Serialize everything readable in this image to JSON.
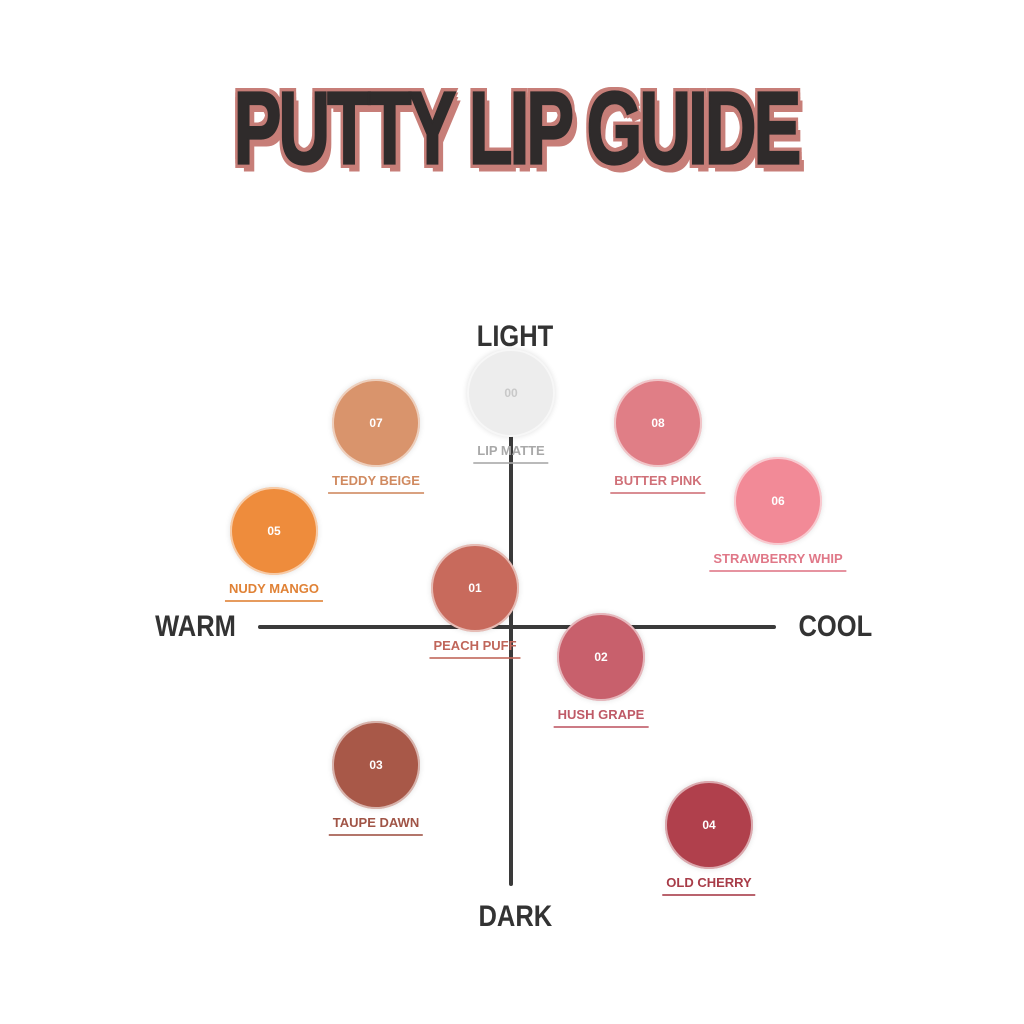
{
  "title": "PUTTY LIP GUIDE",
  "axes": {
    "top": "LIGHT",
    "bottom": "DARK",
    "left": "WARM",
    "right": "COOL"
  },
  "shades": [
    {
      "number": "00",
      "name": "LIP MATTE",
      "color": "#ededed",
      "text_color": "#a9a9a9",
      "warm_cool": 0.0,
      "light_dark": 0.78
    },
    {
      "number": "07",
      "name": "TEDDY BEIGE",
      "color": "#d9946c",
      "text_color": "#d08a60",
      "warm_cool": -0.45,
      "light_dark": 0.68
    },
    {
      "number": "08",
      "name": "BUTTER PINK",
      "color": "#e07e86",
      "text_color": "#d07078",
      "warm_cool": 0.49,
      "light_dark": 0.68
    },
    {
      "number": "06",
      "name": "STRAWBERRY WHIP",
      "color": "#f28a97",
      "text_color": "#e07888",
      "warm_cool": 0.89,
      "light_dark": 0.42
    },
    {
      "number": "05",
      "name": "NUDY MANGO",
      "color": "#ee8c3c",
      "text_color": "#e08236",
      "warm_cool": -0.79,
      "light_dark": 0.32
    },
    {
      "number": "01",
      "name": "PEACH PUFF",
      "color": "#c86a5c",
      "text_color": "#c0665a",
      "warm_cool": -0.12,
      "light_dark": 0.13
    },
    {
      "number": "02",
      "name": "HUSH GRAPE",
      "color": "#c8606c",
      "text_color": "#bf5a67",
      "warm_cool": 0.3,
      "light_dark": -0.1
    },
    {
      "number": "03",
      "name": "TAUPE DAWN",
      "color": "#a85848",
      "text_color": "#a05446",
      "warm_cool": -0.45,
      "light_dark": -0.46
    },
    {
      "number": "04",
      "name": "OLD CHERRY",
      "color": "#b0404c",
      "text_color": "#a83c48",
      "warm_cool": 0.66,
      "light_dark": -0.66
    }
  ]
}
